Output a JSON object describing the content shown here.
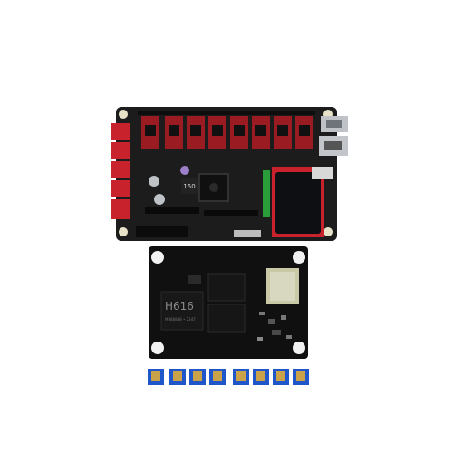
{
  "photo": {
    "background": "#ffffff",
    "mainboard": {
      "pcb_color": "#1c1c1c",
      "connector_color": "#c8232c",
      "heatsink_color": "#2a2a2a",
      "screen_color": "#0e0f12",
      "screen_bezel": "#c8232c",
      "inductor_label": "150",
      "driver_count": 8
    },
    "cpu_board": {
      "pcb_color": "#101010",
      "chip_label": "H616",
      "chip_sublabel": "M888888 • 2347",
      "wifi_module_color": "#c9c9a8"
    },
    "stepper_drivers": {
      "count": 8,
      "pcb_color": "#1f56c9",
      "heatsink_color": "#c9a24a"
    }
  }
}
